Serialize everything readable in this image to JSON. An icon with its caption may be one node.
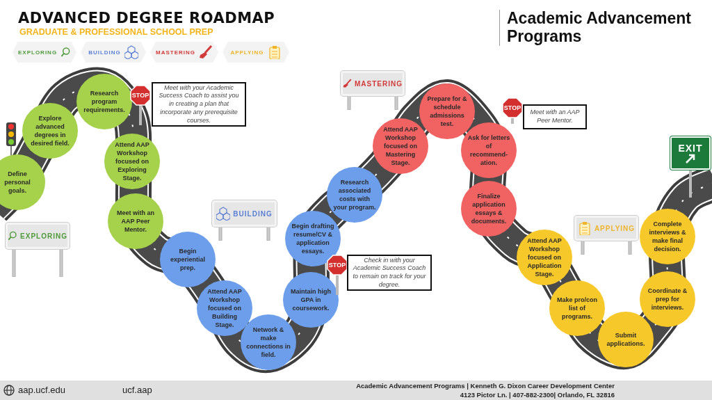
{
  "diagram": {
    "title": "ADVANCED DEGREE ROADMAP",
    "nodes": [
      {
        "text": [
          "EXPLORING"
        ]
      },
      {
        "text": [
          "BUILDING"
        ]
      },
      {
        "text": [
          "MASTERING"
        ]
      },
      {
        "text": [
          "APPLYING"
        ]
      },
      {
        "text": [
          "Define personal goals."
        ]
      },
      {
        "text": [
          "Explore advanced degrees in desired field."
        ]
      },
      {
        "text": [
          "Research program requirements."
        ]
      },
      {
        "text": [
          "Attend AAP Workshop focused on Exploring Stage."
        ]
      },
      {
        "text": [
          "Meet with an AAP Peer Mentor."
        ]
      },
      {
        "text": [
          "Begin experiential prep."
        ]
      },
      {
        "text": [
          "Attend AAP Workshop focused on Building Stage."
        ]
      },
      {
        "text": [
          "Network & make connections in field."
        ]
      },
      {
        "text": [
          "Maintain high GPA in coursework."
        ]
      },
      {
        "text": [
          "Begin drafting resume/CV & application essays."
        ]
      },
      {
        "text": [
          "Research associated costs with your program."
        ]
      },
      {
        "text": [
          "Attend AAP Workshop focused on Mastering Stage."
        ]
      },
      {
        "text": [
          "Prepare for & schedule admissions test."
        ]
      },
      {
        "text": [
          "Ask for letters of recommend-ation."
        ]
      },
      {
        "text": [
          "Finalize application essays & documents."
        ]
      },
      {
        "text": [
          "Attend AAP Workshop focused on Application Stage."
        ]
      },
      {
        "text": [
          "Make pro/con list of programs."
        ]
      },
      {
        "text": [
          "Submit applications."
        ]
      },
      {
        "text": [
          "Coordinate & prep for interviews."
        ]
      },
      {
        "text": [
          "Complete interviews & make final decision."
        ]
      },
      {
        "text": [
          "STOP"
        ]
      },
      {
        "text": [
          "Meet with your Academic Success Coach to assist you in creating a plan that incorporate any prerequisite courses."
        ]
      },
      {
        "text": [
          "STOP"
        ]
      },
      {
        "text": [
          "Meet with an AAP Peer Mentor."
        ]
      },
      {
        "text": [
          "STOP"
        ]
      },
      {
        "text": [
          "Check in with your Academic Success Coach to remain on track for your degree."
        ]
      },
      {
        "text": [
          "EXPLORING"
        ]
      },
      {
        "text": [
          "BUILDING"
        ]
      },
      {
        "text": [
          "MASTERING"
        ]
      },
      {
        "text": [
          "APPLYING"
        ]
      },
      {
        "text": [
          "EXIT"
        ]
      }
    ],
    "labels": [
      "GRADUATE & PROFESSIONAL SCHOOL PREP",
      "Academic Advancement Programs",
      "aap.ucf.edu",
      "ucf.aap",
      "Academic Advancement Programs | Kenneth G. Dixon Career Development Center",
      "4123 Pictor Ln. | 407-882-2300| Orlando, FL 32816"
    ]
  }
}
